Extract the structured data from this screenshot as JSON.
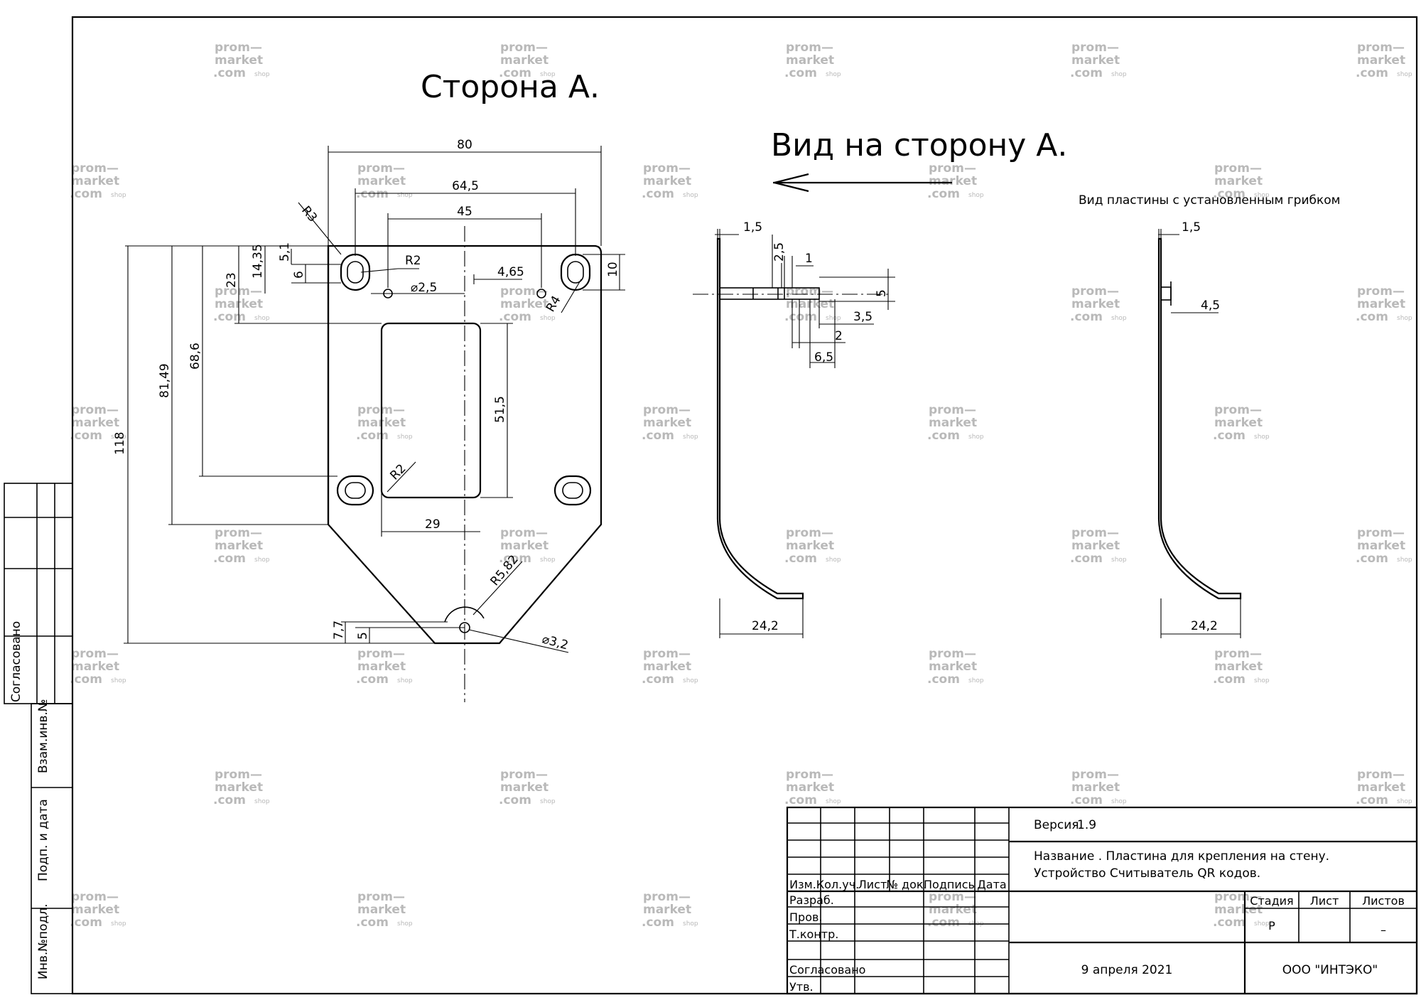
{
  "drawing": {
    "side_a_title": "Сторона А.",
    "view_a_title": "Вид на сторону А.",
    "plate_note": "Вид пластины с установленным грибком",
    "dims": {
      "d80": "80",
      "d64_5": "64,5",
      "d45": "45",
      "r3": "R3",
      "r2a": "R2",
      "phi2_5": "⌀2,5",
      "d4_65": "4,65",
      "r4": "R4",
      "d10": "10",
      "d5_1": "5,1",
      "d14_35": "14,35",
      "d6": "6",
      "d23": "23",
      "d68_6": "68,6",
      "d81_49": "81,49",
      "d118": "118",
      "d51_5": "51,5",
      "r2b": "R2",
      "d29": "29",
      "r5_82": "R5,82",
      "d7_7": "7,7",
      "d5": "5",
      "phi3_2": "⌀3,2",
      "side_1_5": "1,5",
      "side_2_5": "2,5",
      "side_1": "1",
      "side_5": "5",
      "side_3_5": "3,5",
      "side_2": "2",
      "side_6_5": "6,5",
      "side_24_2": "24,2",
      "r_1_5": "1,5",
      "r_4_5": "4,5",
      "r_24_2": "24,2"
    }
  },
  "stamp_side": {
    "agreed": "Согласовано",
    "replace_inv": "Взам.инв.№",
    "sign_date": "Подп. и дата",
    "inv_orig": "Инв.№подл."
  },
  "title_block": {
    "headers": [
      "Изм.",
      "Кол.уч.",
      "Лист",
      "№ док.",
      "Подпись",
      "Дата"
    ],
    "roles": [
      "Разраб.",
      "Пров.",
      "Т.контр.",
      "Согласовано",
      "Утв."
    ],
    "version_label": "Версия.",
    "version_value": "1.9",
    "name_line": "Название .   Пластина для крепления на стену.",
    "device_line": "Устройство     Считыватель QR кодов.",
    "stage_label": "Стадия",
    "sheet_label": "Лист",
    "sheets_label": "Листов",
    "stage_value": "Р",
    "sheets_value": "–",
    "date": "9 апреля 2021",
    "company": "ООО \"ИНТЭКО\""
  },
  "watermark": {
    "l1": "prom—",
    "l2": "market",
    "l3": ".com",
    "shop": "shop"
  }
}
